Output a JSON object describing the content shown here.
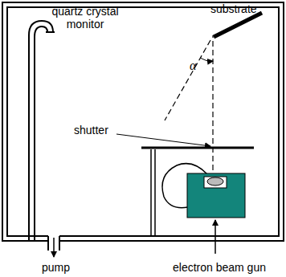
{
  "diagram": {
    "labels": [
      "quartz crystal monitor",
      "substrate",
      "α",
      "shutter",
      "pump",
      "electron beam gun"
    ]
  }
}
